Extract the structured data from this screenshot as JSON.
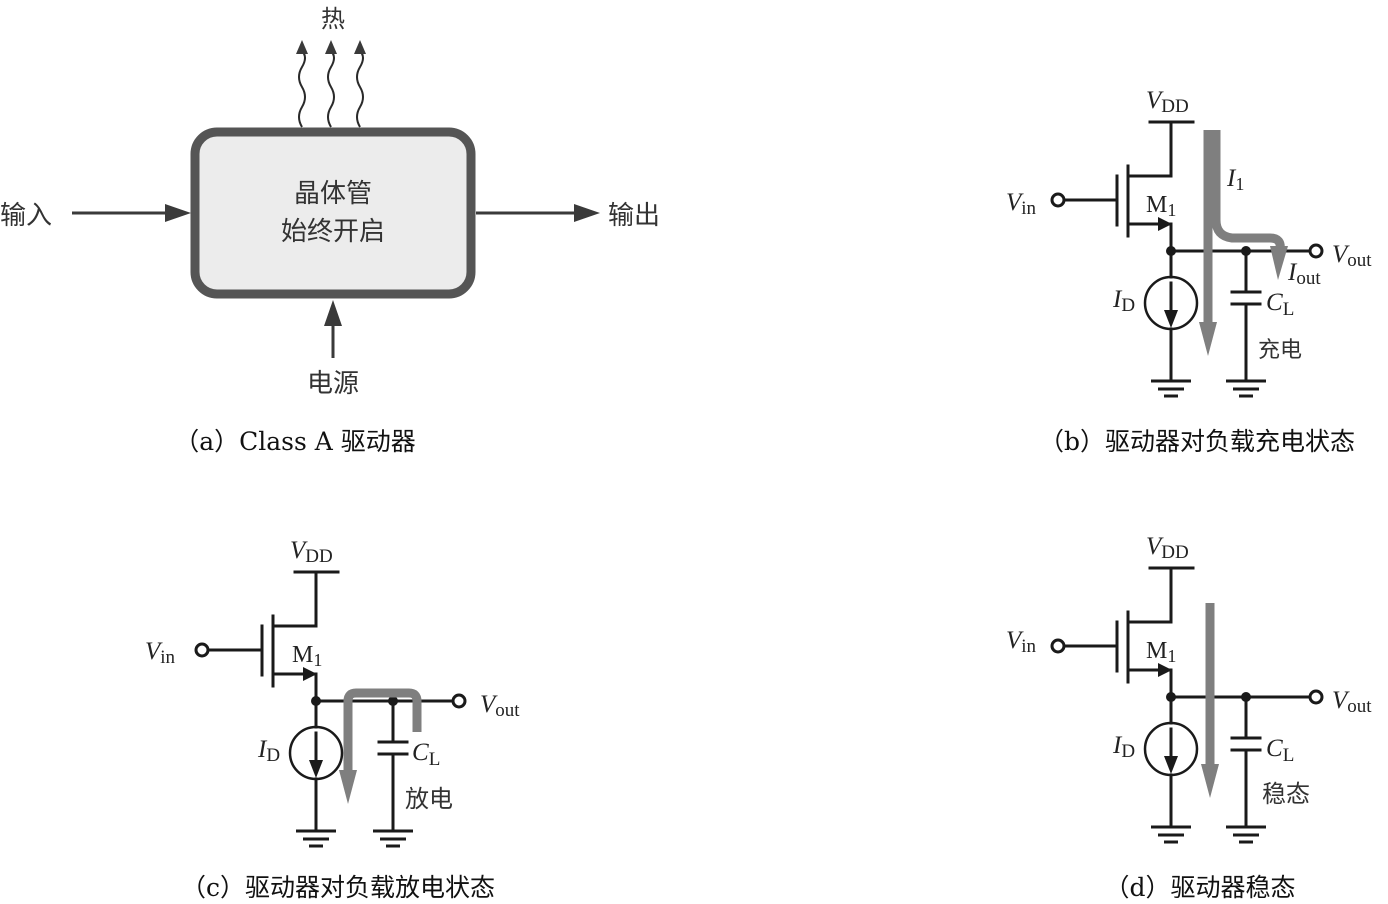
{
  "panel_a": {
    "box_line1": "晶体管",
    "box_line2": "始终开启",
    "input_label": "输入",
    "output_label": "输出",
    "power_label": "电源",
    "heat_label": "热",
    "caption": "（a）Class A 驱动器"
  },
  "circuit_labels": {
    "vdd_main": "V",
    "vdd_sub": "DD",
    "vin_main": "V",
    "vin_sub": "in",
    "vout_main": "V",
    "vout_sub": "out",
    "m1_main": "M",
    "m1_sub": "1",
    "id_main": "I",
    "id_sub": "D",
    "cl_main": "C",
    "cl_sub": "L",
    "i1_main": "I",
    "i1_sub": "1",
    "iout_main": "I",
    "iout_sub": "out"
  },
  "panel_b": {
    "state_label": "充电",
    "caption": "（b）驱动器对负载充电状态"
  },
  "panel_c": {
    "state_label": "放电",
    "caption": "（c）驱动器对负载放电状态"
  },
  "panel_d": {
    "state_label": "稳态",
    "caption": "（d）驱动器稳态"
  },
  "colors": {
    "flow_arrow": "#7f7f7f",
    "box_border": "#555555",
    "box_fill": "#ececec"
  }
}
